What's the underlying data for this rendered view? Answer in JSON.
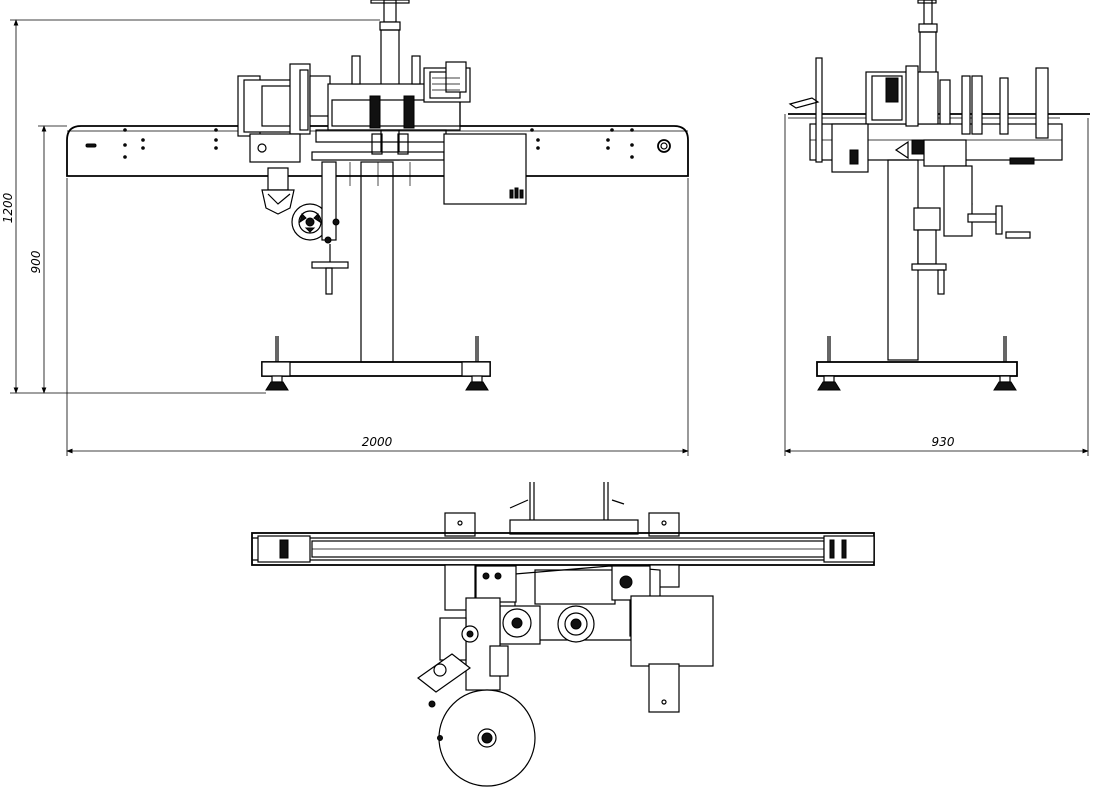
{
  "drawing": {
    "dimensions": {
      "front_width": "2000",
      "total_height": "1200",
      "table_height": "900",
      "side_width": "930"
    }
  },
  "colors": {
    "line": "#000000",
    "background": "#ffffff"
  }
}
